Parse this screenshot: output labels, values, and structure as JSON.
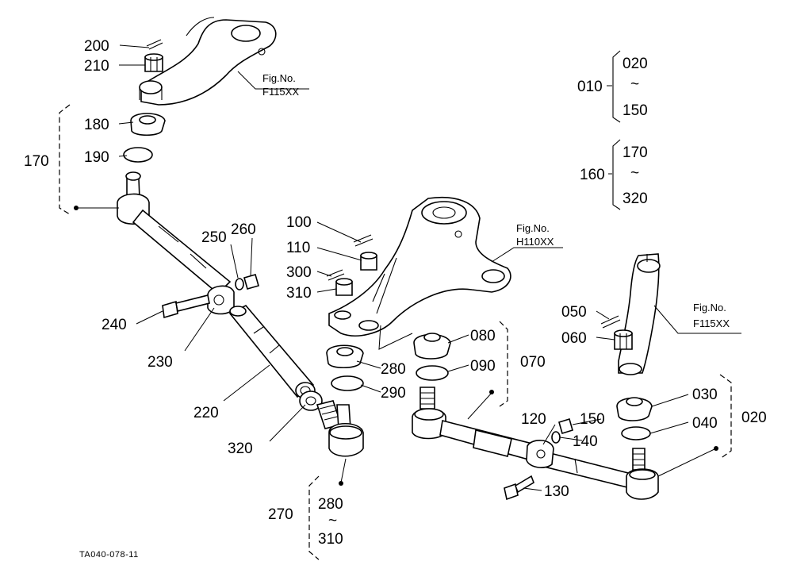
{
  "diagram": {
    "drawing_code": "TA040-078-11",
    "fig_refs": {
      "top": {
        "line1": "Fig.No.",
        "line2": "F115XX"
      },
      "middle": {
        "line1": "Fig.No.",
        "line2": "H110XX"
      },
      "right": {
        "line1": "Fig.No.",
        "line2": "F115XX"
      }
    },
    "legend": {
      "a": {
        "code": "010",
        "from": "020",
        "tilde": "~",
        "to": "150"
      },
      "b": {
        "code": "160",
        "from": "170",
        "tilde": "~",
        "to": "320"
      }
    },
    "group_left": {
      "code": "170"
    },
    "group_right": {
      "code": "020"
    },
    "group_mid": {
      "code": "070"
    },
    "group_bottom": {
      "code": "270",
      "from": "280",
      "tilde": "~",
      "to": "310"
    },
    "parts": {
      "p200": "200",
      "p210": "210",
      "p180": "180",
      "p190": "190",
      "p250": "250",
      "p260": "260",
      "p240": "240",
      "p230": "230",
      "p220": "220",
      "p320": "320",
      "p100": "100",
      "p110": "110",
      "p300": "300",
      "p310": "310",
      "p280": "280",
      "p290": "290",
      "p080": "080",
      "p090": "090",
      "p050": "050",
      "p060": "060",
      "p030": "030",
      "p040": "040",
      "p120": "120",
      "p150": "150",
      "p140": "140",
      "p130": "130"
    }
  }
}
